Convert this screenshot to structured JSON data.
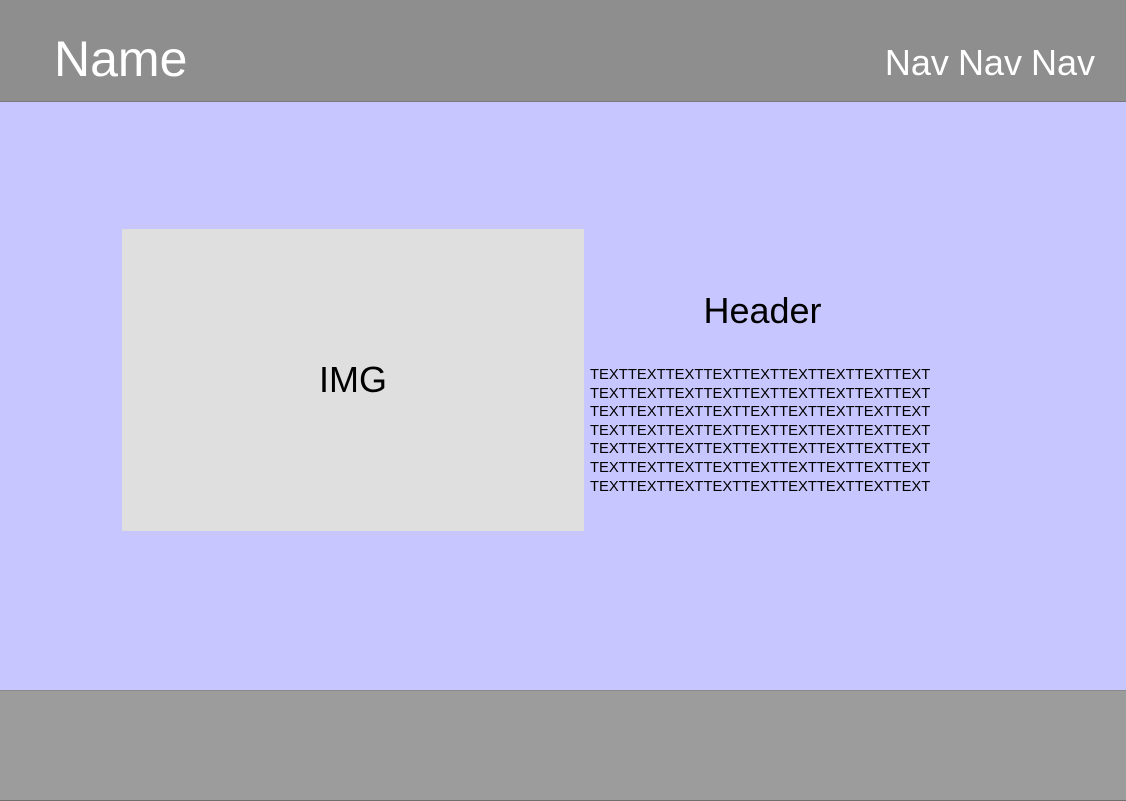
{
  "header": {
    "name": "Name",
    "nav": [
      "Nav",
      "Nav",
      "Nav"
    ]
  },
  "main": {
    "image_label": "IMG",
    "section_header": "Header",
    "body_text": "TEXTTEXTTEXTTEXTTEXTTEXTTEXTTEXTTEXTTEXTTEXTTEXTTEXTTEXTTEXTTEXTTEXTTEXTTEXTTEXTTEXTTEXTTEXTTEXTTEXTTEXTTEXTTEXTTEXTTEXTTEXTTEXTTEXTTEXTTEXTTEXTTEXTTEXTTEXTTEXTTEXTTEXTTEXTTEXTTEXTTEXTTEXTTEXTTEXTTEXTTEXTTEXTTEXTTEXTTEXTTEXTTEXTTEXTTEXTTEXTTEXTTEXTTEXT"
  },
  "colors": {
    "header_bg": "#8e8e8e",
    "main_bg": "#c7c6ff",
    "image_bg": "#dfdfdf",
    "footer_bg": "#9c9c9c",
    "header_text": "#ffffff"
  }
}
